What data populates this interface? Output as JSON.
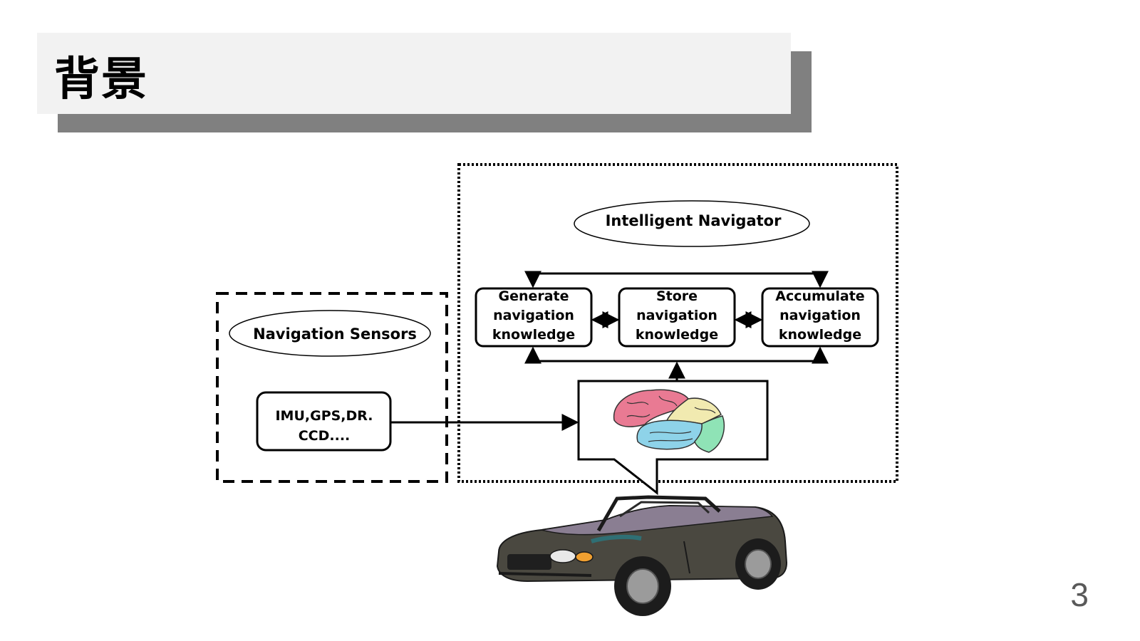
{
  "slide": {
    "title": "背景",
    "page_number": "3"
  },
  "diagram": {
    "sensors_label": "Navigation Sensors",
    "sensors_box": [
      "IMU,GPS,DR.",
      "CCD...."
    ],
    "navigator_label": "Intelligent Navigator",
    "generate_box": [
      "Generate",
      "navigation",
      "knowledge"
    ],
    "store_box": [
      "Store",
      "navigation",
      "knowledge"
    ],
    "accumulate_box": [
      "Accumulate",
      "navigation",
      "knowledge"
    ],
    "brain_icon": "brain-icon",
    "car_icon": "convertible-car-icon",
    "colors": {
      "brain_pink": "#e97a93",
      "brain_yellow": "#f1eab0",
      "brain_blue": "#8ed3e9",
      "brain_green": "#8fe3b6",
      "car_body": "#4a4840",
      "car_highlight": "#8a7e92"
    }
  }
}
